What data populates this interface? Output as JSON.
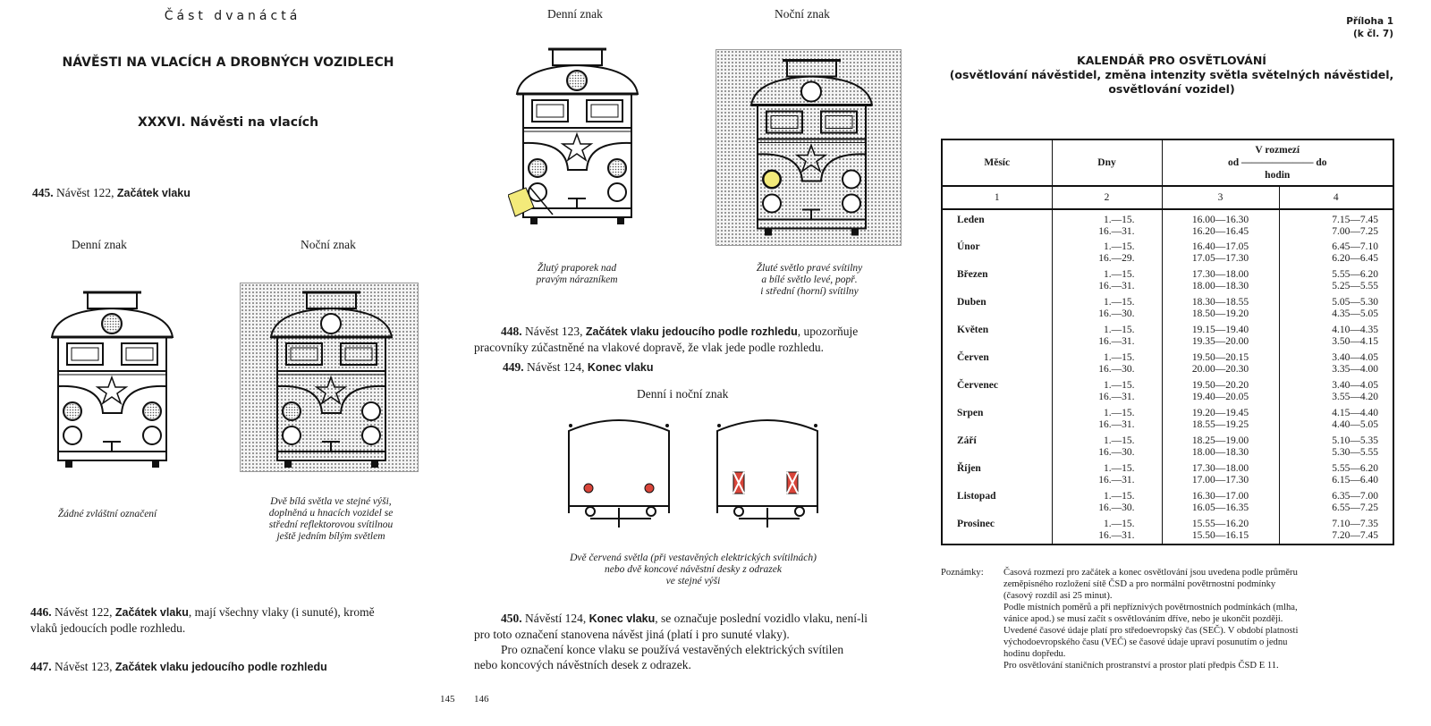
{
  "left_page": {
    "part": "Část dvanáctá",
    "title": "NÁVĚSTI NA VLACÍCH A DROBNÝCH VOZIDLECH",
    "section": "XXXVI. Návěsti na vlacích",
    "p445": {
      "num": "445.",
      "text": " Návěst 122, ",
      "bold": "Začátek vlaku"
    },
    "day_label": "Denní znak",
    "night_label": "Noční znak",
    "day_caption": "Žádné zvláštní označení",
    "night_caption": [
      "Dvě bílá světla ve stejné výši,",
      "doplněná u hnacích vozidel se",
      "střední reflektorovou svítilnou",
      "ještě jedním bílým světlem"
    ],
    "p446": {
      "num": "446.",
      "text1": " Návěst 122, ",
      "bold": "Začátek vlaku",
      "text2": ", mají všechny vlaky (i sunuté), kromě",
      "line2": "vlaků jedoucích podle rozhledu."
    },
    "p447": {
      "num": "447.",
      "text": " Návěst 123, ",
      "bold": "Začátek vlaku jedoucího podle rozhledu"
    },
    "page_number": "145"
  },
  "middle_page": {
    "day_label": "Denní znak",
    "night_label": "Noční znak",
    "day_caption": [
      "Žlutý praporek nad",
      "pravým nárazníkem"
    ],
    "night_caption": [
      "Žluté světlo pravé svítilny",
      "a bílé světlo levé, popř.",
      "i střední (horní) svítilny"
    ],
    "p448": {
      "num": "448.",
      "text1": " Návěst 123, ",
      "bold": "Začátek vlaku jedoucího podle rozhledu",
      "text2": ", upozorňuje",
      "line2": "pracovníky zúčastněné na vlakové dopravě, že vlak jede podle rozhledu."
    },
    "p449": {
      "num": "449.",
      "text": " Návěst 124, ",
      "bold": "Konec vlaku"
    },
    "day_night_label": "Denní i noční znak",
    "end_caption": [
      "Dvě červená světla (při vestavěných elektrických svítilnách)",
      "nebo dvě koncové návěstní desky z odrazek",
      "ve stejné výši"
    ],
    "p450": {
      "num": "450.",
      "text1": " Návěstí 124, ",
      "bold": "Konec vlaku",
      "text2": ", se označuje poslední vozidlo vlaku, není-li",
      "line2": "pro toto označení stanovena návěst jiná (platí i pro sunuté vlaky).",
      "line3": "Pro označení konce vlaku se používá vestavěných elektrických svítilen",
      "line4": "nebo koncových návěstních desek z odrazek."
    },
    "page_number": "146"
  },
  "appendix": {
    "label": "Příloha 1",
    "ref": "(k čl. 7)",
    "title": "KALENDÁŘ PRO OSVĚTLOVÁNÍ",
    "subtitle1": "(osvětlování návěstidel, změna intenzity světla světelných návěstidel,",
    "subtitle2": "osvětlování vozidel)",
    "table": {
      "h_month": "Měsíc",
      "h_days": "Dny",
      "h_range": "V rozmezí",
      "h_od": "od",
      "h_do": "do",
      "h_hours": "hodin",
      "col_nums": [
        "1",
        "2",
        "3",
        "4"
      ],
      "rows": [
        {
          "month": "Leden",
          "days": [
            "1.—15.",
            "16.—31."
          ],
          "from": [
            "16.00—16.30",
            "16.20—16.45"
          ],
          "to": [
            "7.15—7.45",
            "7.00—7.25"
          ]
        },
        {
          "month": "Únor",
          "days": [
            "1.—15.",
            "16.—29."
          ],
          "from": [
            "16.40—17.05",
            "17.05—17.30"
          ],
          "to": [
            "6.45—7.10",
            "6.20—6.45"
          ]
        },
        {
          "month": "Březen",
          "days": [
            "1.—15.",
            "16.—31."
          ],
          "from": [
            "17.30—18.00",
            "18.00—18.30"
          ],
          "to": [
            "5.55—6.20",
            "5.25—5.55"
          ]
        },
        {
          "month": "Duben",
          "days": [
            "1.—15.",
            "16.—30."
          ],
          "from": [
            "18.30—18.55",
            "18.50—19.20"
          ],
          "to": [
            "5.05—5.30",
            "4.35—5.05"
          ]
        },
        {
          "month": "Květen",
          "days": [
            "1.—15.",
            "16.—31."
          ],
          "from": [
            "19.15—19.40",
            "19.35—20.00"
          ],
          "to": [
            "4.10—4.35",
            "3.50—4.15"
          ]
        },
        {
          "month": "Červen",
          "days": [
            "1.—15.",
            "16.—30."
          ],
          "from": [
            "19.50—20.15",
            "20.00—20.30"
          ],
          "to": [
            "3.40—4.05",
            "3.35—4.00"
          ]
        },
        {
          "month": "Červenec",
          "days": [
            "1.—15.",
            "16.—31."
          ],
          "from": [
            "19.50—20.20",
            "19.40—20.05"
          ],
          "to": [
            "3.40—4.05",
            "3.55—4.20"
          ]
        },
        {
          "month": "Srpen",
          "days": [
            "1.—15.",
            "16.—31."
          ],
          "from": [
            "19.20—19.45",
            "18.55—19.25"
          ],
          "to": [
            "4.15—4.40",
            "4.40—5.05"
          ]
        },
        {
          "month": "Září",
          "days": [
            "1.—15.",
            "16.—30."
          ],
          "from": [
            "18.25—19.00",
            "18.00—18.30"
          ],
          "to": [
            "5.10—5.35",
            "5.30—5.55"
          ]
        },
        {
          "month": "Říjen",
          "days": [
            "1.—15.",
            "16.—31."
          ],
          "from": [
            "17.30—18.00",
            "17.00—17.30"
          ],
          "to": [
            "5.55—6.20",
            "6.15—6.40"
          ]
        },
        {
          "month": "Listopad",
          "days": [
            "1.—15.",
            "16.—30."
          ],
          "from": [
            "16.30—17.00",
            "16.05—16.35"
          ],
          "to": [
            "6.35—7.00",
            "6.55—7.25"
          ]
        },
        {
          "month": "Prosinec",
          "days": [
            "1.—15.",
            "16.—31."
          ],
          "from": [
            "15.55—16.20",
            "15.50—16.15"
          ],
          "to": [
            "7.10—7.35",
            "7.20—7.45"
          ]
        }
      ]
    },
    "notes_label": "Poznámky:",
    "notes": [
      "Časová rozmezí pro začátek a konec osvětlování jsou uvedena podle průměru",
      "zeměpisného rozložení sítě ČSD a pro normální povětrnostní podmínky",
      "(časový rozdíl asi 25 minut).",
      "Podle místních poměrů a při nepříznivých povětrnostních podmínkách (mlha,",
      "vánice apod.) se musí začít s osvětlováním dříve, nebo je ukončit později.",
      "Uvedené časové údaje platí pro středoevropský čas (SEČ). V období platnosti",
      "východoevropského času (VEČ) se časové údaje upraví posunutím o jednu",
      "hodinu dopředu.",
      "Pro osvětlování staničních prostranství a prostor platí předpis ČSD E 11."
    ]
  },
  "colors": {
    "yellow": "#f3ea7a",
    "red": "#d9453a",
    "dots": "#777777"
  }
}
